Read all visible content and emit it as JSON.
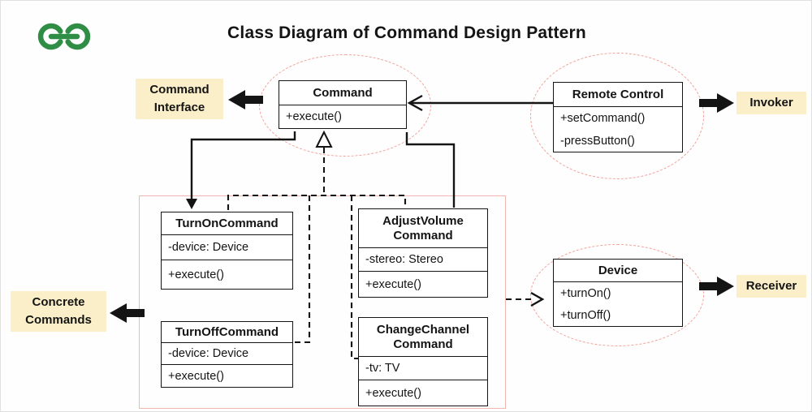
{
  "header": {
    "title": "Class Diagram of Command Design Pattern"
  },
  "annotations": {
    "command_interface": "Command Interface",
    "invoker": "Invoker",
    "concrete_commands": "Concrete Commands",
    "receiver": "Receiver"
  },
  "classes": {
    "command": {
      "name": "Command",
      "methods": [
        "+execute()"
      ]
    },
    "remote_control": {
      "name": "Remote Control",
      "methods": [
        "+setCommand()",
        "-pressButton()"
      ]
    },
    "turn_on_command": {
      "name": "TurnOnCommand",
      "attributes": [
        "-device: Device"
      ],
      "methods": [
        "+execute()"
      ]
    },
    "turn_off_command": {
      "name": "TurnOffCommand",
      "attributes": [
        "-device: Device"
      ],
      "methods": [
        "+execute()"
      ]
    },
    "adjust_volume_command": {
      "name": "AdjustVolume Command",
      "attributes": [
        "-stereo: Stereo"
      ],
      "methods": [
        "+execute()"
      ]
    },
    "change_channel_command": {
      "name": "ChangeChannel Command",
      "attributes": [
        "-tv: TV"
      ],
      "methods": [
        "+execute()"
      ]
    },
    "device": {
      "name": "Device",
      "methods": [
        "+turnOn()",
        "+turnOff()"
      ]
    }
  },
  "colors": {
    "logo_green": "#2F8D46",
    "label_bg": "#FBEFC9",
    "ellipse_stroke": "#F2A199",
    "group_stroke": "#F0B6B0",
    "line_color": "#141414"
  }
}
